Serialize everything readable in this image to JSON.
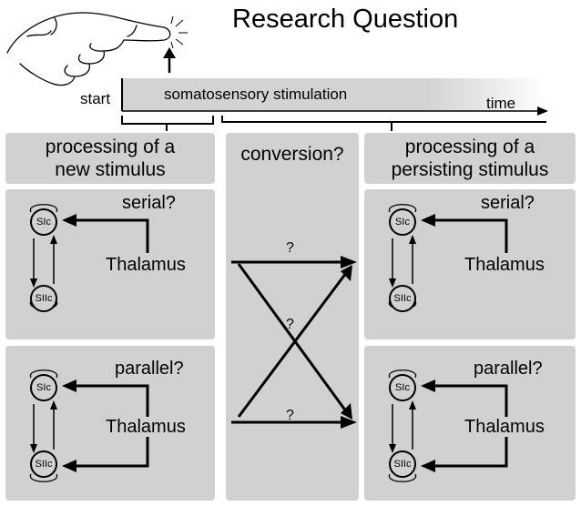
{
  "title": "Research Question",
  "timeline": {
    "start_label": "start",
    "bar_label": "somatosensory stimulation",
    "time_label": "time"
  },
  "columns": {
    "left_header": [
      "processing of a",
      "new stimulus"
    ],
    "middle_header": "conversion?",
    "right_header": [
      "processing of a",
      "persisting stimulus"
    ]
  },
  "models": {
    "serial": "serial?",
    "parallel": "parallel?"
  },
  "nodes": {
    "sic": "SIc",
    "siic": "SIIc",
    "thalamus": "Thalamus"
  },
  "conversion_marks": [
    "?",
    "?",
    "?"
  ],
  "icons": {
    "hand": "pointing-hand-icon",
    "stimulus": "spark-icon"
  }
}
